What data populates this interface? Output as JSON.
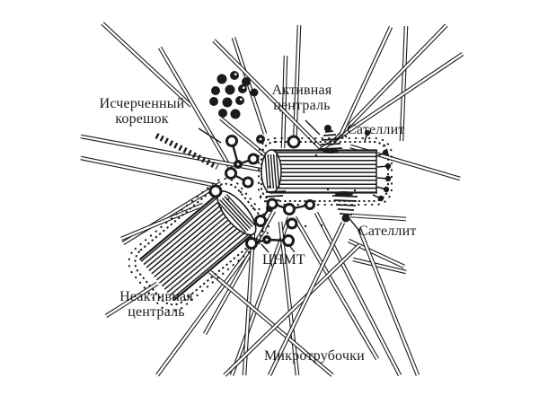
{
  "colors": {
    "ink": "#1b1b1b",
    "paper": "#ffffff"
  },
  "labels": {
    "striated_rootlet": {
      "line1": "Исчерченный",
      "line2": "корешок"
    },
    "active_centriole": {
      "line1": "Активная",
      "line2": "централь"
    },
    "satellite_top": "Сателлит",
    "satellite_right": "Сателлит",
    "cmtoc": "ЦНМТ",
    "inactive_centriole": {
      "line1": "Неактивная",
      "line2": "централь"
    },
    "microtubules": "Микротрубочки"
  }
}
